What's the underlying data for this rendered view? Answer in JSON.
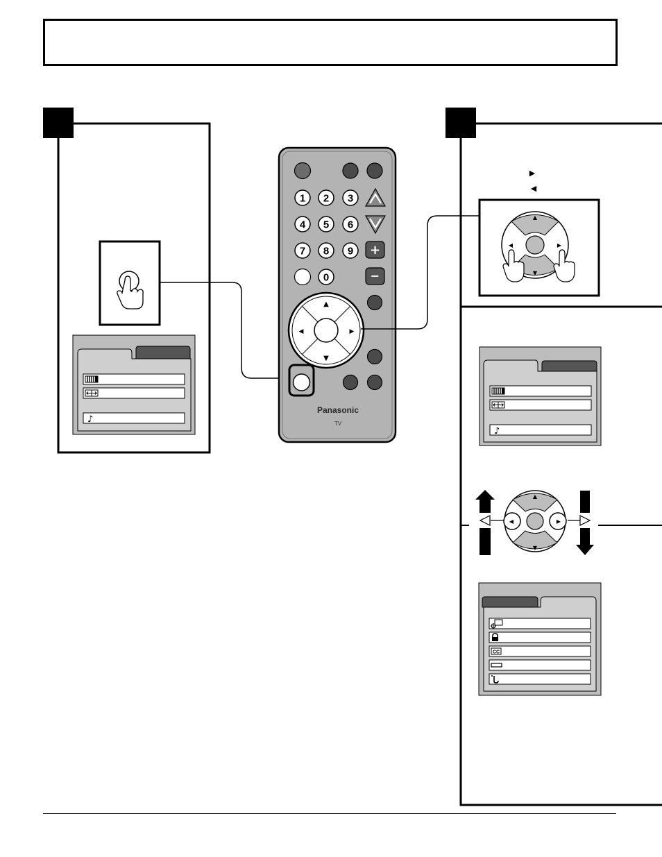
{
  "page": {
    "title_box_text": "",
    "colors": {
      "ink": "#000000",
      "remote_body": "#b3b3b3",
      "button_dark": "#4a4a4a",
      "menu_bg": "#bdbdbd",
      "tab_dark": "#555555"
    }
  },
  "remote": {
    "brand": "Panasonic",
    "model_label": "TV",
    "number_keys": [
      "1",
      "2",
      "3",
      "4",
      "5",
      "6",
      "7",
      "8",
      "9",
      "0"
    ],
    "vol_up_symbol": "+",
    "vol_down_symbol": "−",
    "ch_up_symbol": "∧",
    "ch_down_symbol": "∨",
    "arrow_up": "▲",
    "arrow_down": "▼",
    "arrow_left": "◀",
    "arrow_right": "▶"
  },
  "step2": {
    "right_arrow_glyph": "▶",
    "left_arrow_glyph": "◀"
  },
  "menus": {
    "picture_menu_icons": [
      "contrast-bars-icon",
      "picture-adjust-icon",
      "music-note-icon"
    ],
    "setup_menu_icons": [
      "input-source-icon",
      "lock-icon",
      "closed-caption-icon",
      "screen-shape-icon",
      "timer-icon"
    ],
    "cc_icon_text": "CC"
  }
}
